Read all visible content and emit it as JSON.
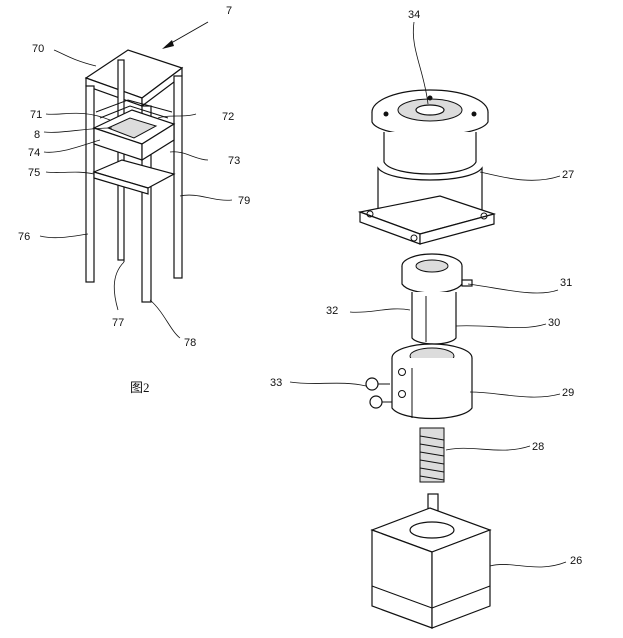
{
  "figure": {
    "caption": "图2",
    "labels": {
      "l7": "7",
      "l70": "70",
      "l71": "71",
      "l72": "72",
      "l8": "8",
      "l74": "74",
      "l73": "73",
      "l75": "75",
      "l79": "79",
      "l76": "76",
      "l77": "77",
      "l78": "78",
      "l34": "34",
      "l27": "27",
      "l31": "31",
      "l32": "32",
      "l30": "30",
      "l33": "33",
      "l29": "29",
      "l28": "28",
      "l26": "26"
    }
  }
}
